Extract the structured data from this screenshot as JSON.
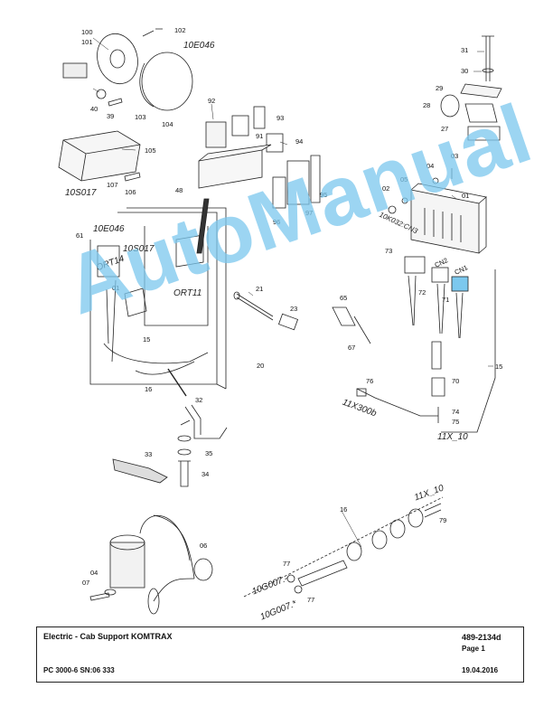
{
  "labels": {
    "l100": "100",
    "l101": "101",
    "l102": "102",
    "l40": "40",
    "l39": "39",
    "l103": "103",
    "l104": "104",
    "l105": "105",
    "l107": "107",
    "l106": "106",
    "l92": "92",
    "l91": "91",
    "l93": "93",
    "l94": "94",
    "l95": "95",
    "l96": "96",
    "l97": "97",
    "l48": "48",
    "l61": "61",
    "l01a": "01",
    "l15a": "15",
    "l16a": "16",
    "l20": "20",
    "l21": "21",
    "l23": "23",
    "l32": "32",
    "l33": "33",
    "l35": "35",
    "l34": "34",
    "l31": "31",
    "l30": "30",
    "l29": "29",
    "l28": "28",
    "l27": "27",
    "l03": "03",
    "l04a": "04",
    "l05": "05",
    "l02": "02",
    "l01b": "01",
    "l73": "73",
    "l72": "72",
    "l71": "71",
    "l65": "65",
    "l67": "67",
    "l76": "76",
    "l70": "70",
    "l74": "74",
    "l75": "75",
    "l15b": "15",
    "l16b": "16",
    "l79": "79",
    "l77a": "77",
    "l77b": "77",
    "l06": "06",
    "l04b": "04",
    "l07": "07",
    "lCN2": "CN2",
    "lCN1": "CN1"
  },
  "refs": {
    "r10E046a": "10E046",
    "r10S017a": "10S017",
    "r10E046b": "10E046",
    "r10S017b": "10S017",
    "rORT14": "ORT14",
    "rORT11": "ORT11",
    "r10K032": "10K032:CN3",
    "r11X300b": "11X300b",
    "r11X10a": "11X_10",
    "r11X10b": "11X_10",
    "r10G007a": "10G007.-",
    "r10G007b": "10G007.*"
  },
  "watermark": "AutoManual",
  "title_block": {
    "title": "Electric - Cab Support KOMTRAX",
    "doc_number": "489-2134d",
    "page": "Page 1",
    "model": "PC 3000-6 SN:06 333",
    "date": "19.04.2016"
  }
}
